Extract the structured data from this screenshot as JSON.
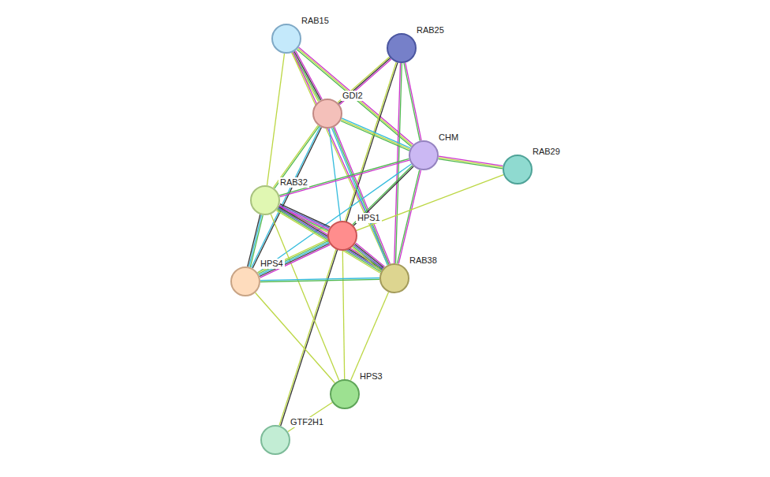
{
  "diagram": {
    "nodes": [
      {
        "text": [
          "RAB15"
        ]
      },
      {
        "text": [
          "RAB25"
        ]
      },
      {
        "text": [
          "GDI2"
        ]
      },
      {
        "text": [
          "CHM"
        ]
      },
      {
        "text": [
          "RAB29"
        ]
      },
      {
        "text": [
          "RAB32"
        ]
      },
      {
        "text": [
          "HPS1"
        ]
      },
      {
        "text": [
          "HPS4"
        ]
      },
      {
        "text": [
          "RAB38"
        ]
      },
      {
        "text": [
          "HPS3"
        ]
      },
      {
        "text": [
          "GTF2H1"
        ]
      }
    ],
    "edges": [
      {
        "from": 0,
        "to": 2,
        "arrow": "none"
      },
      {
        "from": 0,
        "to": 3,
        "arrow": "none"
      },
      {
        "from": 0,
        "to": 5,
        "arrow": "none"
      },
      {
        "from": 0,
        "to": 8,
        "arrow": "none"
      },
      {
        "from": 1,
        "to": 2,
        "arrow": "none"
      },
      {
        "from": 1,
        "to": 3,
        "arrow": "none"
      },
      {
        "from": 1,
        "to": 8,
        "arrow": "none"
      },
      {
        "from": 1,
        "to": 10,
        "arrow": "none"
      },
      {
        "from": 2,
        "to": 3,
        "arrow": "none"
      },
      {
        "from": 2,
        "to": 5,
        "arrow": "none"
      },
      {
        "from": 2,
        "to": 6,
        "arrow": "none"
      },
      {
        "from": 2,
        "to": 7,
        "arrow": "none"
      },
      {
        "from": 2,
        "to": 8,
        "arrow": "none"
      },
      {
        "from": 3,
        "to": 4,
        "arrow": "none"
      },
      {
        "from": 3,
        "to": 5,
        "arrow": "none"
      },
      {
        "from": 3,
        "to": 6,
        "arrow": "none"
      },
      {
        "from": 3,
        "to": 7,
        "arrow": "none"
      },
      {
        "from": 3,
        "to": 8,
        "arrow": "none"
      },
      {
        "from": 4,
        "to": 6,
        "arrow": "none"
      },
      {
        "from": 5,
        "to": 6,
        "arrow": "none"
      },
      {
        "from": 5,
        "to": 7,
        "arrow": "none"
      },
      {
        "from": 5,
        "to": 8,
        "arrow": "none"
      },
      {
        "from": 5,
        "to": 9,
        "arrow": "none"
      },
      {
        "from": 6,
        "to": 7,
        "arrow": "none"
      },
      {
        "from": 6,
        "to": 8,
        "arrow": "none"
      },
      {
        "from": 6,
        "to": 9,
        "arrow": "none"
      },
      {
        "from": 7,
        "to": 8,
        "arrow": "none"
      },
      {
        "from": 7,
        "to": 9,
        "arrow": "none"
      },
      {
        "from": 8,
        "to": 9,
        "arrow": "none"
      },
      {
        "from": 9,
        "to": 10,
        "arrow": "none"
      }
    ]
  }
}
